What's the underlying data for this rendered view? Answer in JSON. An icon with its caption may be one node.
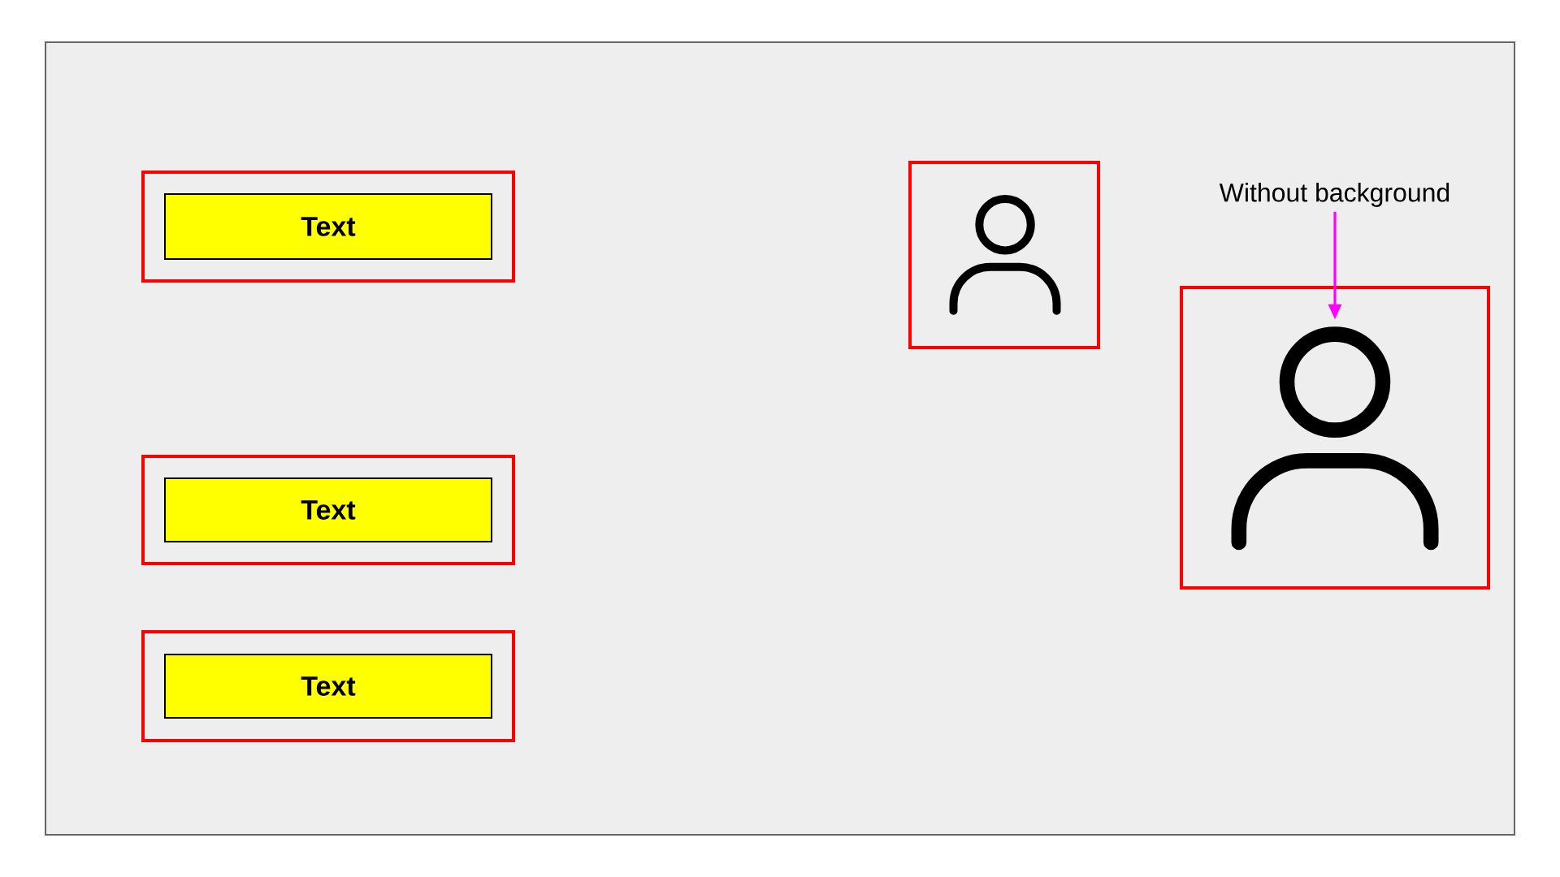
{
  "diagram": {
    "nodes": [
      {
        "text": [],
        "shape": "box"
      },
      {
        "text": [
          "Text"
        ],
        "in": 0
      },
      {
        "text": [],
        "shape": "box"
      },
      {
        "text": [
          "Text"
        ],
        "in": 2
      },
      {
        "text": [],
        "shape": "box"
      },
      {
        "text": [
          "Text"
        ],
        "in": 4
      },
      {
        "text": [],
        "shape": "box"
      },
      {
        "text": [],
        "shape": "person",
        "in": 6
      },
      {
        "text": [
          "Without background"
        ]
      },
      {
        "text": [],
        "shape": "box"
      },
      {
        "text": [],
        "shape": "person",
        "in": 9
      }
    ],
    "edges": [
      {
        "from": 8,
        "to": 10,
        "arrow": "to",
        "color": "#ff00ff"
      }
    ]
  }
}
